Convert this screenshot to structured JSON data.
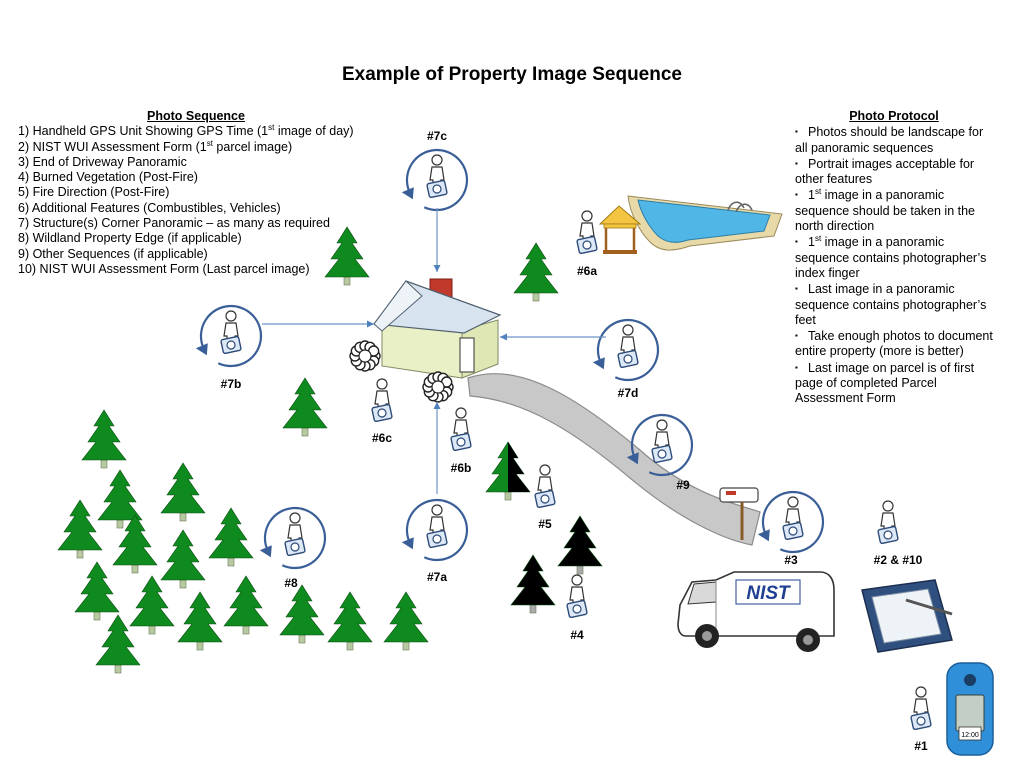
{
  "title": "Example of Property Image Sequence",
  "photo_sequence": {
    "heading": "Photo Sequence",
    "items": [
      {
        "pre": "1) Handheld GPS Unit Showing GPS Time (1",
        "sup": "st",
        "post": " image of day)"
      },
      {
        "pre": "2) NIST WUI Assessment Form (1",
        "sup": "st",
        "post": " parcel image)"
      },
      {
        "pre": "3) End of Driveway Panoramic",
        "sup": "",
        "post": ""
      },
      {
        "pre": "4) Burned Vegetation (Post-Fire)",
        "sup": "",
        "post": ""
      },
      {
        "pre": "5) Fire Direction (Post-Fire)",
        "sup": "",
        "post": ""
      },
      {
        "pre": "6) Additional Features (Combustibles, Vehicles)",
        "sup": "",
        "post": ""
      },
      {
        "pre": "7) Structure(s) Corner Panoramic – as many as required",
        "sup": "",
        "post": ""
      },
      {
        "pre": "8) Wildland Property Edge (if applicable)",
        "sup": "",
        "post": ""
      },
      {
        "pre": "9) Other Sequences (if applicable)",
        "sup": "",
        "post": ""
      },
      {
        "pre": "10) NIST WUI Assessment Form (Last parcel image)",
        "sup": "",
        "post": ""
      }
    ]
  },
  "photo_protocol": {
    "heading": "Photo Protocol",
    "bullet": "▪",
    "items": [
      {
        "pre": "Photos should be landscape for all panoramic sequences",
        "sup": "",
        "post": ""
      },
      {
        "pre": "Portrait images acceptable for other features",
        "sup": "",
        "post": ""
      },
      {
        "pre": "1",
        "sup": "st",
        "post": " image in a panoramic sequence should be taken in the north direction"
      },
      {
        "pre": "1",
        "sup": "st",
        "post": " image in a panoramic sequence contains photographer’s index finger"
      },
      {
        "pre": "Last image in a panoramic sequence contains photographer’s feet",
        "sup": "",
        "post": ""
      },
      {
        "pre": "Take enough photos to document entire property (more is better)",
        "sup": "",
        "post": ""
      },
      {
        "pre": "Last image on parcel is of first page of completed Parcel Assessment Form",
        "sup": "",
        "post": ""
      }
    ]
  },
  "stations": {
    "s7c": "#7c",
    "s7b": "#7b",
    "s7d": "#7d",
    "s7a": "#7a",
    "s6a": "#6a",
    "s6b": "#6b",
    "s6c": "#6c",
    "s5": "#5",
    "s4": "#4",
    "s3": "#3",
    "s9": "#9",
    "s8": "#8",
    "s2_10": "#2 & #10",
    "s1": "#1"
  },
  "van": {
    "logo": "NIST"
  },
  "gps": {
    "time": "12:00"
  },
  "colors": {
    "tree_green": "#0f8a1e",
    "tree_black": "#000000",
    "ring_blue": "#3a5f98",
    "arrow_blue": "#4f81bd",
    "house_wall": "#eaf0c6",
    "roof": "#d7e3ef",
    "chimney": "#c0392b",
    "pool_water": "#4fb6e6",
    "pool_deck": "#e8d9a8",
    "gazebo_roof": "#f4c542",
    "gps_blue": "#2f8fd8"
  }
}
